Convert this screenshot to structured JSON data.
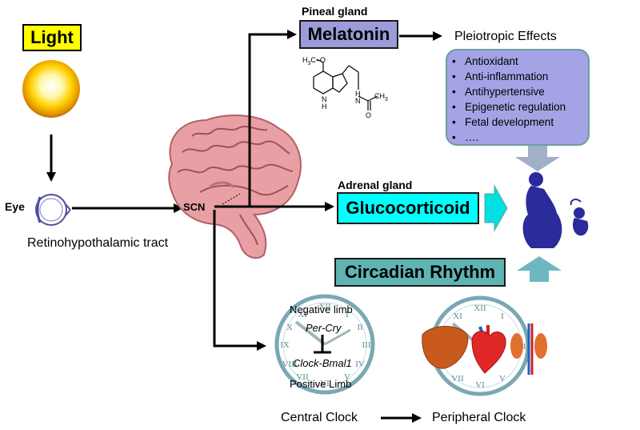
{
  "light": {
    "label": "Light"
  },
  "eye": {
    "label": "Eye"
  },
  "tract": {
    "label": "Retinohypothalamic tract"
  },
  "scn": {
    "label": "SCN"
  },
  "pineal": {
    "label": "Pineal gland",
    "hormone": "Melatonin"
  },
  "pleiotropic": {
    "title": "Pleiotropic Effects",
    "items": [
      "Antioxidant",
      "Anti-inflammation",
      "Antihypertensive",
      "Epigenetic regulation",
      "Fetal development",
      "…."
    ]
  },
  "adrenal": {
    "label": "Adrenal gland",
    "hormone": "Glucocorticoid"
  },
  "circadian": {
    "label": "Circadian Rhythm"
  },
  "central_clock": {
    "label": "Central Clock",
    "negative_limb": "Negative limb",
    "per_cry": "Per-Cry",
    "clock_bmal1": "Clock-Bmal1",
    "positive_limb": "Positive Limb"
  },
  "peripheral_clock": {
    "label": "Peripheral Clock"
  },
  "molecule": {
    "methoxy": "O",
    "methyl": "CH",
    "ring_n": "N",
    "amide_n": "N",
    "amide_o": "O"
  },
  "colors": {
    "light_box": "#ffff00",
    "melatonin_box": "#9c9cd8",
    "effects_box": "#a3a3e6",
    "gluco_box": "#00ffff",
    "circadian_box": "#5fb4b4",
    "pregnant": "#2b2b9c",
    "brain": "#e8a0a4"
  },
  "icons": [
    "sun-icon",
    "eye-icon",
    "brain-icon",
    "pregnant-woman-icon",
    "fetus-icon",
    "clock-icon",
    "liver-icon",
    "heart-icon",
    "kidney-icon",
    "melatonin-structure-icon"
  ]
}
